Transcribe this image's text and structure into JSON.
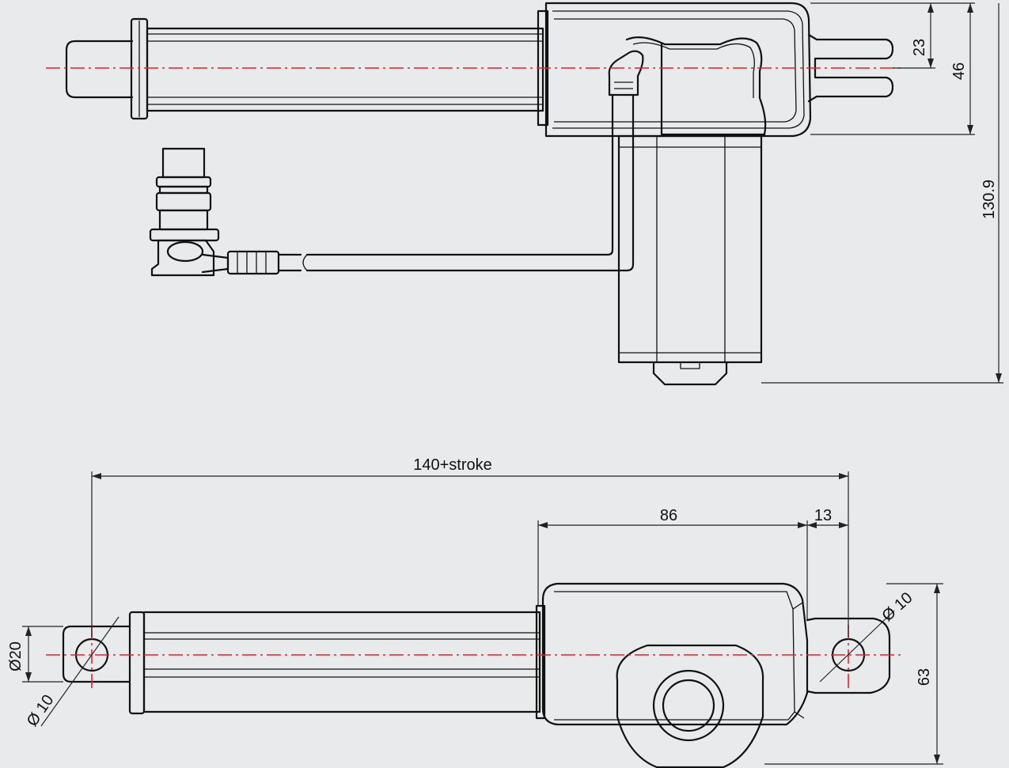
{
  "colors": {
    "background": "#e9eaeb",
    "line": "#111111",
    "center_axis": "#e8202a"
  },
  "dimensions": {
    "d23": "23",
    "d46": "46",
    "d130_9": "130.9",
    "d140_stroke": "140+stroke",
    "d86": "86",
    "d13": "13",
    "d_dia20": "Ø20",
    "d_dia10_left": "Ø 10",
    "d_dia10_right": "Ø 10",
    "d63": "63"
  }
}
